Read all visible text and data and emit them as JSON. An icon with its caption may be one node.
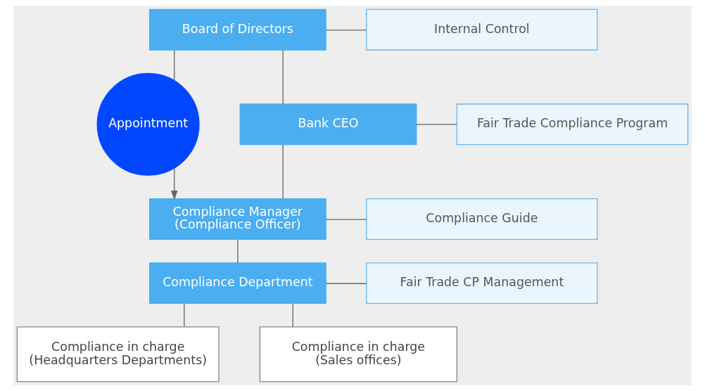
{
  "diagram": {
    "nodes": [
      {
        "text": [
          "Board of Directors"
        ]
      },
      {
        "text": [
          "Internal Control"
        ]
      },
      {
        "text": [
          "Appointment"
        ]
      },
      {
        "text": [
          "Bank CEO"
        ]
      },
      {
        "text": [
          "Fair Trade Compliance Program"
        ]
      },
      {
        "text": [
          "Compliance Manager",
          "(Compliance Officer)"
        ]
      },
      {
        "text": [
          "Compliance Guide"
        ]
      },
      {
        "text": [
          "Compliance Department"
        ]
      },
      {
        "text": [
          "Fair Trade CP Management"
        ]
      },
      {
        "text": [
          "Compliance in charge",
          "(Headquarters Departments)"
        ]
      },
      {
        "text": [
          "Compliance in charge",
          "(Sales offices)"
        ]
      }
    ],
    "edges": [
      {
        "from": 0,
        "to": 2,
        "arrow": "none"
      },
      {
        "from": 2,
        "to": 5,
        "arrow": "to"
      },
      {
        "from": 0,
        "to": 1,
        "arrow": "none"
      },
      {
        "from": 0,
        "to": 3,
        "arrow": "none"
      },
      {
        "from": 3,
        "to": 4,
        "arrow": "none"
      },
      {
        "from": 3,
        "to": 5,
        "arrow": "none"
      },
      {
        "from": 5,
        "to": 6,
        "arrow": "none"
      },
      {
        "from": 5,
        "to": 7,
        "arrow": "none"
      },
      {
        "from": 7,
        "to": 8,
        "arrow": "none"
      },
      {
        "from": 7,
        "to": 9,
        "arrow": "none"
      },
      {
        "from": 7,
        "to": 10,
        "arrow": "none"
      }
    ]
  }
}
